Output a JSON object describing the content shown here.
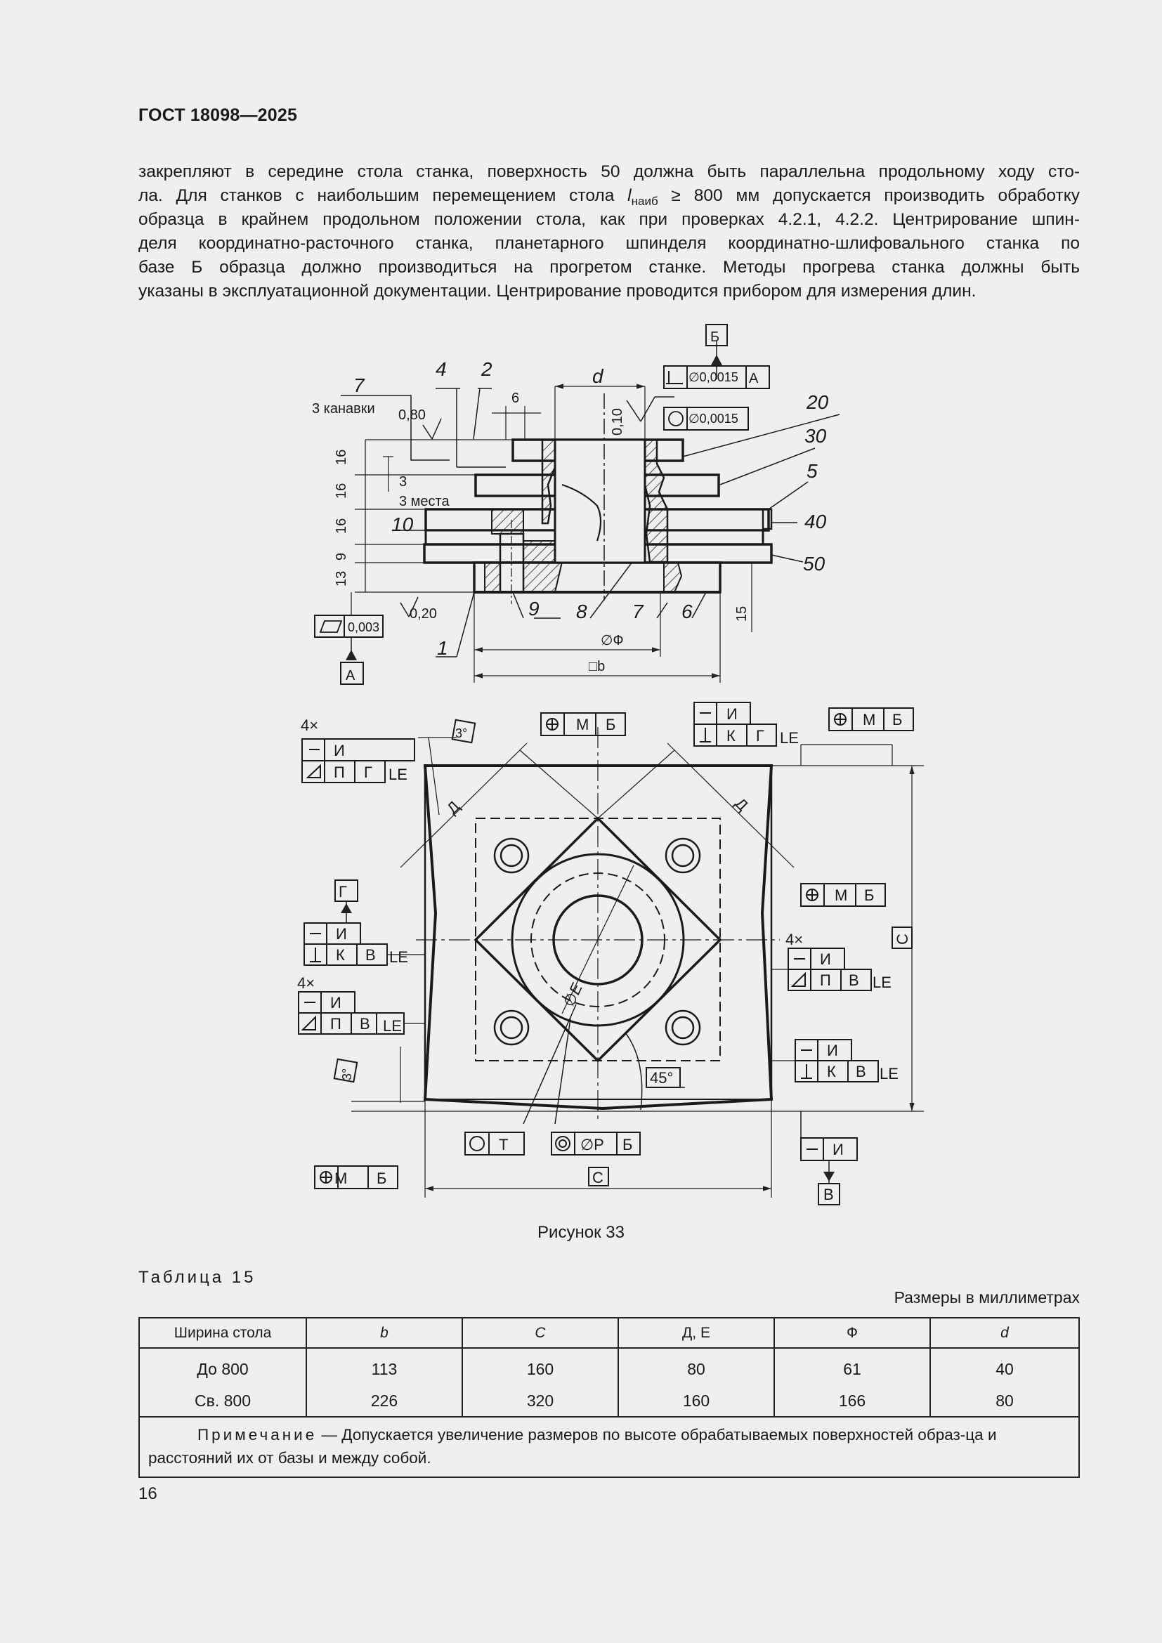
{
  "header": {
    "doc_id": "ГОСТ 18098—2025"
  },
  "paragraph": {
    "lines": [
      "закрепляют в середине стола станка, поверхность 50 должна быть параллельна продольному ходу сто-",
      "ла. Для станков с наибольшим перемещением стола ",
      "образца в крайнем продольном положении стола, как при проверках 4.2.1, 4.2.2. Центрирование шпин-",
      "деля координатно-расточного станка, планетарного шпинделя координатно-шлифовального станка по",
      "базе Б образца должно производиться на прогретом станке. Методы прогрева станка должны быть",
      "указаны в эксплуатационной документации. Центрирование проводится прибором для измерения длин."
    ],
    "line2_symbol": "l",
    "line2_subscript": "наиб",
    "line2_tail": " ≥ 800 мм допускается производить обработку"
  },
  "figure": {
    "caption": "Рисунок 33",
    "top_view_labels": {
      "n7": "7",
      "n4": "4",
      "n2": "2",
      "grooves": "3 канавки",
      "r080": "0,80",
      "d": "d",
      "n6": "6",
      "r010": "0,10",
      "n20": "20",
      "n30": "30",
      "n5": "5",
      "n40": "40",
      "n50": "50",
      "n10": "10",
      "n3": "3",
      "places": "3 места",
      "d16a": "16",
      "d16b": "16",
      "d16c": "16",
      "d9": "9",
      "d13": "13",
      "r020": "0,20",
      "n9": "9",
      "n8": "8",
      "n7b": "7",
      "n6b": "6",
      "d15": "15",
      "phiF": "∅Ф",
      "sqb": "□b",
      "n1": "1",
      "datumA": "А",
      "datumB": "Б",
      "flat": "0,003",
      "perp_tol": "∅0,0015",
      "perp_ref": "А",
      "circ_tol": "∅0,0015"
    },
    "plan_view_labels": {
      "x4a": "4×",
      "x4b": "4×",
      "x4c": "4×",
      "I": "И",
      "P": "П",
      "G": "Г",
      "K": "К",
      "V": "В",
      "LE": "LE",
      "M": "М",
      "B": "Б",
      "T": "Т",
      "phiP": "∅Р",
      "C": "С",
      "D": "Д",
      "phiE": "∅Е",
      "ang45": "45°",
      "ang3": "3°",
      "datumG": "Г",
      "datumV": "В"
    }
  },
  "table": {
    "title": "Таблица 15",
    "units": "Размеры в миллиметрах",
    "headers": [
      "Ширина стола",
      "b",
      "С",
      "Д, Е",
      "Ф",
      "d"
    ],
    "rows": [
      [
        "До 800",
        "113",
        "160",
        "80",
        "61",
        "40"
      ],
      [
        "Св. 800",
        "226",
        "320",
        "160",
        "166",
        "80"
      ]
    ],
    "note_label": "Примечание",
    "note_text": " — Допускается увеличение размеров по высоте обрабатываемых поверхностей образ-ца и расстояний их от базы и между собой."
  },
  "page_number": "16"
}
